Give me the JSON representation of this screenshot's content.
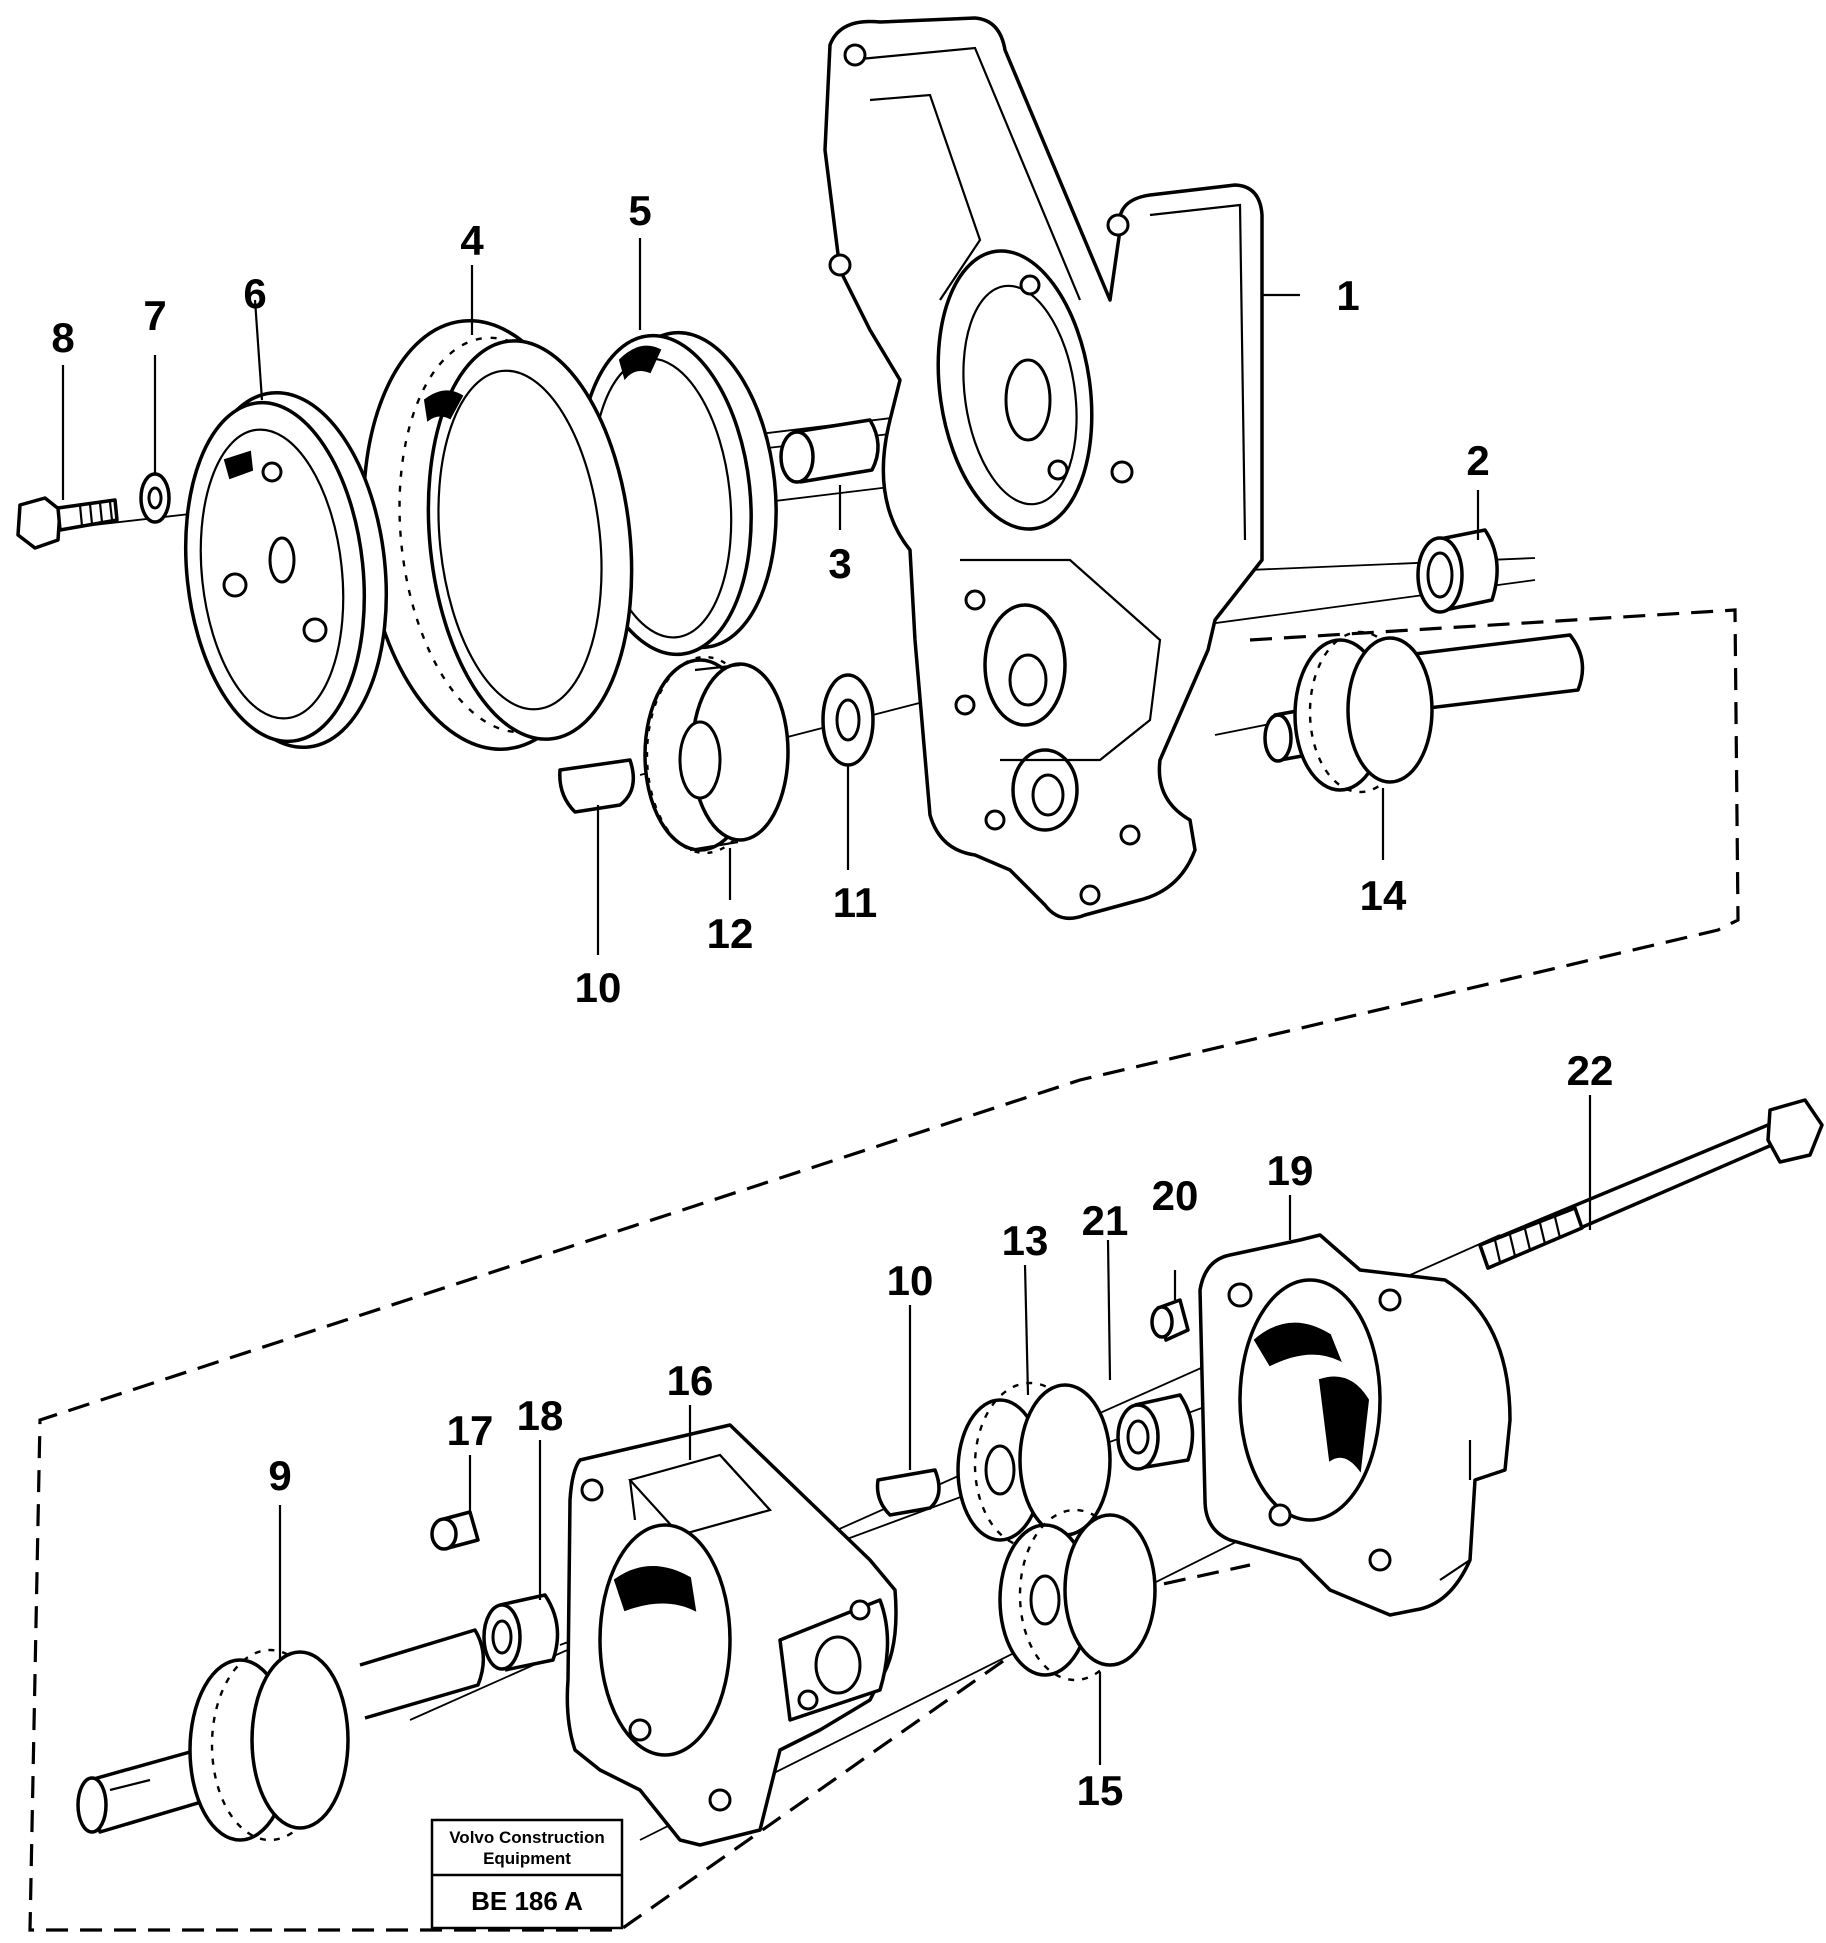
{
  "callouts": [
    "1",
    "2",
    "3",
    "4",
    "5",
    "6",
    "7",
    "8",
    "9",
    "10",
    "10",
    "11",
    "12",
    "13",
    "14",
    "15",
    "16",
    "17",
    "18",
    "19",
    "20",
    "21",
    "22"
  ],
  "title_block": {
    "company_line1": "Volvo Construction",
    "company_line2": "Equipment",
    "reference": "BE 186 A"
  }
}
